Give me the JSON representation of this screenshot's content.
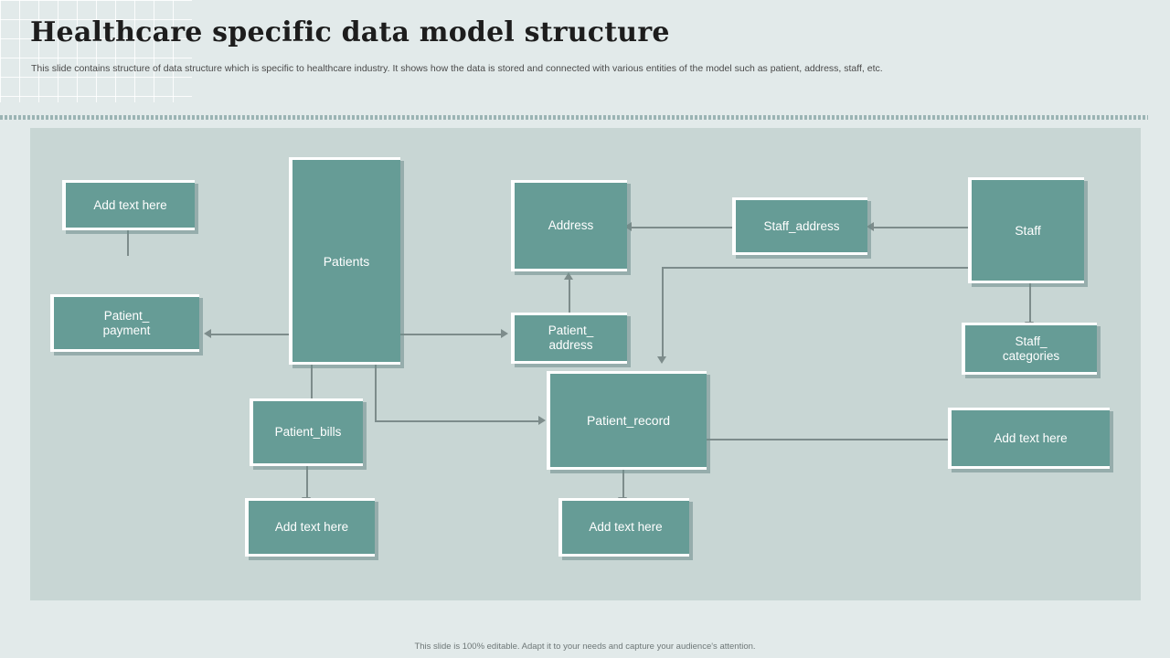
{
  "header": {
    "title": "Healthcare specific data model structure",
    "subtitle": "This slide contains structure of data structure which is specific to healthcare industry. It shows how the data is stored and connected with various entities of the model such as patient, address, staff, etc."
  },
  "footer": {
    "note": "This slide is 100% editable.  Adapt it to your needs and capture your audience's attention."
  },
  "colors": {
    "background": "#e2eaea",
    "canvas": "#c8d6d4",
    "node_fill": "#669c96",
    "node_border": "#ffffff",
    "connector": "#7d8c8b",
    "title_text": "#1d1d1d"
  },
  "diagram": {
    "nodes": [
      {
        "id": "add_text_top_left",
        "label": "Add text here"
      },
      {
        "id": "patient_payment",
        "label": "Patient_\npayment"
      },
      {
        "id": "patients",
        "label": "Patients"
      },
      {
        "id": "patient_bills",
        "label": "Patient_bills"
      },
      {
        "id": "add_text_bills",
        "label": "Add text here"
      },
      {
        "id": "address",
        "label": "Address"
      },
      {
        "id": "patient_address",
        "label": "Patient_\naddress"
      },
      {
        "id": "patient_record",
        "label": "Patient_record"
      },
      {
        "id": "add_text_record",
        "label": "Add text here"
      },
      {
        "id": "staff_address",
        "label": "Staff_address"
      },
      {
        "id": "staff",
        "label": "Staff"
      },
      {
        "id": "staff_categories",
        "label": "Staff_\ncategories"
      },
      {
        "id": "add_text_right",
        "label": "Add text here"
      }
    ]
  }
}
